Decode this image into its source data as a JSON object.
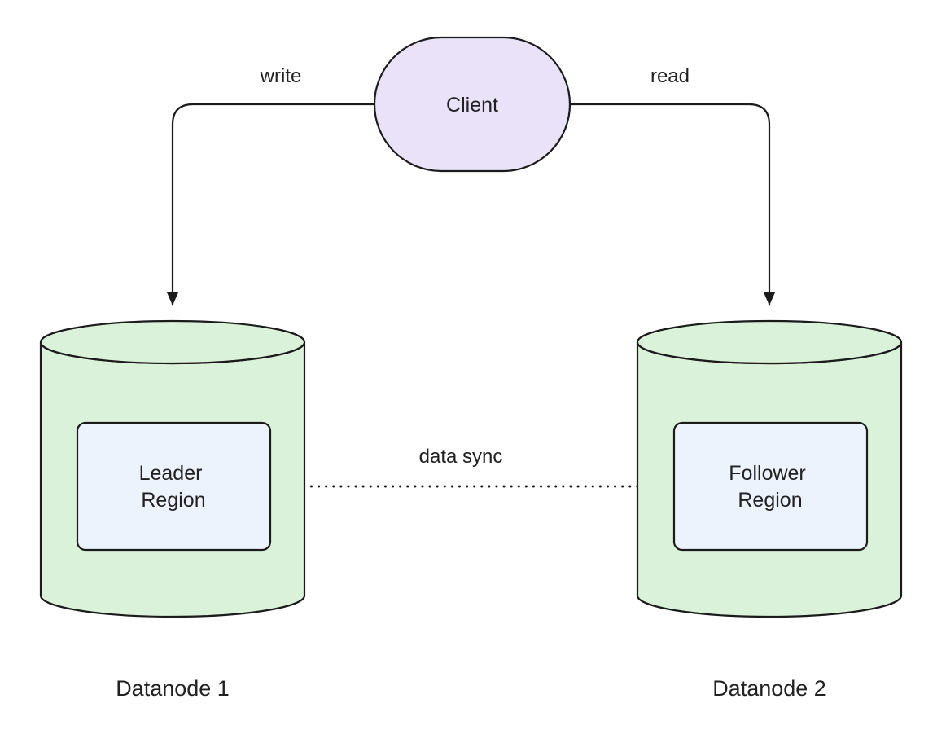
{
  "diagram": {
    "type": "flowchart",
    "background": "#ffffff"
  },
  "colors": {
    "stroke": "#1b1b1b",
    "text": "#212121",
    "client_fill": "#e9e2f9",
    "datanode_fill": "#daf1da",
    "region_fill": "#edf3fc"
  },
  "nodes": {
    "client": {
      "label": "Client",
      "shape": "stadium"
    },
    "datanode1": {
      "label": "Datanode 1",
      "shape": "cylinder"
    },
    "datanode2": {
      "label": "Datanode 2",
      "shape": "cylinder"
    },
    "leader_region": {
      "lines": [
        "Leader",
        "Region"
      ],
      "shape": "rounded-rect",
      "parent": "datanode1"
    },
    "follower_region": {
      "lines": [
        "Follower",
        "Region"
      ],
      "shape": "rounded-rect",
      "parent": "datanode2"
    }
  },
  "edges": {
    "write": {
      "label": "write",
      "from": "client",
      "to": "datanode1",
      "style": "solid-arrow"
    },
    "read": {
      "label": "read",
      "from": "client",
      "to": "datanode2",
      "style": "solid-arrow"
    },
    "data_sync": {
      "label": "data sync",
      "from": "leader_region",
      "to": "follower_region",
      "style": "dotted-arrow"
    }
  }
}
